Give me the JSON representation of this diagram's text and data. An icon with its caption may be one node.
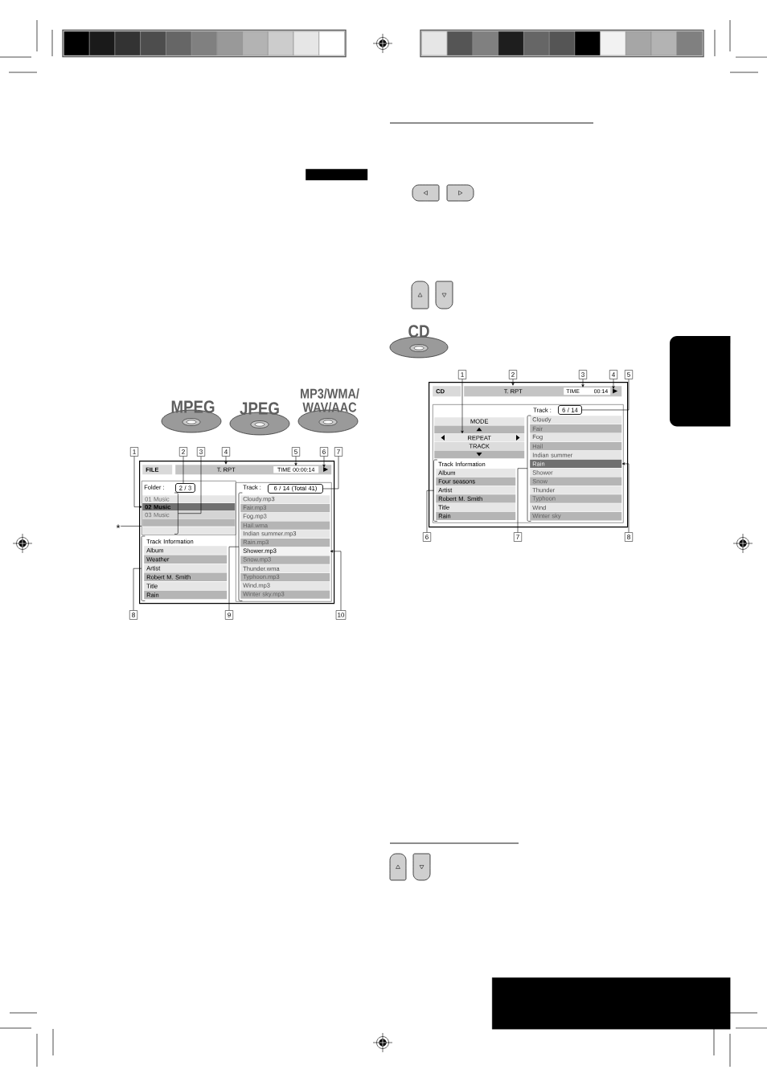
{
  "diagram": {
    "nodes": [
      {
        "text": [
          "1"
        ]
      },
      {
        "text": [
          "2"
        ]
      },
      {
        "text": [
          "3"
        ]
      },
      {
        "text": [
          "4"
        ]
      },
      {
        "text": [
          "5"
        ]
      },
      {
        "text": [
          "6"
        ]
      },
      {
        "text": [
          "7"
        ]
      },
      {
        "text": [],
        "shape": "box"
      },
      {
        "text": [
          "FILE"
        ],
        "in": 7
      },
      {
        "text": [
          "T. RPT"
        ],
        "in": 7
      },
      {
        "text": [
          "TIME 00:00:14"
        ],
        "in": 9
      },
      {
        "text": [],
        "shape": "triangle",
        "in": 9
      },
      {
        "text": [
          "Folder :"
        ],
        "in": 7
      },
      {
        "text": [
          "2 / 3"
        ],
        "in": 12
      },
      {
        "text": [
          "01 Music"
        ],
        "in": 12
      },
      {
        "text": [
          "02 Music"
        ],
        "in": 12
      },
      {
        "text": [
          "03 Music"
        ],
        "in": 12
      },
      {
        "text": [],
        "shape": "bar",
        "in": 12
      },
      {
        "text": [],
        "shape": "bar",
        "in": 12
      },
      {
        "text": [
          "Track Information"
        ],
        "in": 7
      },
      {
        "text": [
          "Album"
        ],
        "in": 7
      },
      {
        "text": [
          "Weather"
        ],
        "in": 7
      },
      {
        "text": [
          "Artist"
        ],
        "in": 7
      },
      {
        "text": [
          "Robert M. Smith"
        ],
        "in": 7
      },
      {
        "text": [
          "Title"
        ],
        "in": 7
      },
      {
        "text": [
          "Rain"
        ],
        "in": 7
      },
      {
        "text": [
          "Track :"
        ],
        "in": 7
      },
      {
        "text": [
          "6 / 14 (Total 41)"
        ],
        "in": 26
      },
      {
        "text": [
          "Cloudy.mp3"
        ],
        "in": 26
      },
      {
        "text": [
          "Fair.mp3"
        ],
        "in": 26
      },
      {
        "text": [
          "Fog.mp3"
        ],
        "in": 26
      },
      {
        "text": [
          "Hail.wma"
        ],
        "in": 26
      },
      {
        "text": [
          "Indian summer.mp3"
        ],
        "in": 26
      },
      {
        "text": [
          "Rain.mp3"
        ],
        "in": 26
      },
      {
        "text": [
          "Shower.mp3"
        ],
        "in": 26
      },
      {
        "text": [
          "Snow.mp3"
        ],
        "in": 26
      },
      {
        "text": [
          "Thunder.wma"
        ],
        "in": 26
      },
      {
        "text": [
          "Typhoon.mp3"
        ],
        "in": 26
      },
      {
        "text": [
          "Wind.mp3"
        ],
        "in": 26
      },
      {
        "text": [
          "Winter sky.mp3"
        ],
        "in": 26
      },
      {
        "text": [
          "*"
        ]
      },
      {
        "text": [
          "8"
        ]
      },
      {
        "text": [
          "9"
        ]
      },
      {
        "text": [
          "10"
        ]
      },
      {
        "text": [
          "1"
        ]
      },
      {
        "text": [
          "2"
        ]
      },
      {
        "text": [
          "3"
        ]
      },
      {
        "text": [
          "4"
        ]
      },
      {
        "text": [
          "5"
        ]
      },
      {
        "text": [],
        "shape": "box"
      },
      {
        "text": [
          "CD"
        ],
        "in": 49
      },
      {
        "text": [
          "T. RPT"
        ],
        "in": 49
      },
      {
        "text": [
          "TIME",
          "00:14"
        ],
        "in": 51
      },
      {
        "text": [],
        "shape": "triangle",
        "in": 51
      },
      {
        "text": [
          "Track :"
        ],
        "in": 49
      },
      {
        "text": [
          "6 / 14"
        ],
        "in": 54
      },
      {
        "text": [
          "MODE"
        ],
        "in": 54
      },
      {
        "text": [],
        "shape": "bar",
        "in": 54
      },
      {
        "text": [
          "REPEAT"
        ],
        "in": 54
      },
      {
        "text": [
          "TRACK"
        ],
        "in": 54
      },
      {
        "text": [],
        "shape": "bar",
        "in": 54
      },
      {
        "text": [
          "Track Information"
        ],
        "in": 54
      },
      {
        "text": [
          "Album"
        ],
        "in": 54
      },
      {
        "text": [
          "Four seasons"
        ],
        "in": 54
      },
      {
        "text": [
          "Artist"
        ],
        "in": 54
      },
      {
        "text": [
          "Robert M. Smith"
        ],
        "in": 54
      },
      {
        "text": [
          "Title"
        ],
        "in": 54
      },
      {
        "text": [
          "Rain"
        ],
        "in": 54
      },
      {
        "text": [
          "Cloudy"
        ],
        "in": 54
      },
      {
        "text": [
          "Fair"
        ],
        "in": 54
      },
      {
        "text": [
          "Fog"
        ],
        "in": 54
      },
      {
        "text": [
          "Hail"
        ],
        "in": 54
      },
      {
        "text": [
          "Indian summer"
        ],
        "in": 54
      },
      {
        "text": [
          "Rain"
        ],
        "in": 54
      },
      {
        "text": [
          "Shower"
        ],
        "in": 54
      },
      {
        "text": [
          "Snow"
        ],
        "in": 54
      },
      {
        "text": [
          "Thunder"
        ],
        "in": 54
      },
      {
        "text": [
          "Typhoon"
        ],
        "in": 54
      },
      {
        "text": [
          "Wind"
        ],
        "in": 54
      },
      {
        "text": [
          "Winter sky"
        ],
        "in": 54
      },
      {
        "text": [
          "6"
        ]
      },
      {
        "text": [
          "7"
        ]
      },
      {
        "text": [
          "8"
        ]
      },
      {
        "text": [],
        "shape": "bar"
      },
      {
        "text": [],
        "shape": "tab"
      },
      {
        "text": [],
        "shape": "box"
      },
      {
        "text": [],
        "shape": "bracket",
        "in": 12
      },
      {
        "text": [],
        "shape": "bracket",
        "in": 7
      },
      {
        "text": [],
        "shape": "bracket",
        "in": 26
      },
      {
        "text": [],
        "shape": "bracket",
        "in": 54
      },
      {
        "text": [],
        "shape": "bracket",
        "in": 54
      }
    ],
    "edges": [
      {
        "from": 0,
        "to": 15,
        "arrow": "to"
      },
      {
        "from": 1,
        "to": 13,
        "arrow": "none"
      },
      {
        "from": 2,
        "to": 86,
        "arrow": "none"
      },
      {
        "from": 3,
        "to": 9,
        "arrow": "to"
      },
      {
        "from": 4,
        "to": 10,
        "arrow": "to"
      },
      {
        "from": 5,
        "to": 11,
        "arrow": "to"
      },
      {
        "from": 6,
        "to": 27,
        "arrow": "none"
      },
      {
        "from": 40,
        "to": 12,
        "arrow": "none"
      },
      {
        "from": 41,
        "to": 87,
        "arrow": "none"
      },
      {
        "from": 42,
        "to": 88,
        "arrow": "none"
      },
      {
        "from": 43,
        "to": 34,
        "arrow": "to"
      },
      {
        "from": 44,
        "to": 58,
        "arrow": "to"
      },
      {
        "from": 45,
        "to": 51,
        "arrow": "to"
      },
      {
        "from": 46,
        "to": 52,
        "arrow": "to"
      },
      {
        "from": 47,
        "to": 53,
        "arrow": "to"
      },
      {
        "from": 48,
        "to": 55,
        "arrow": "none"
      },
      {
        "from": 80,
        "to": 89,
        "arrow": "none"
      },
      {
        "from": 81,
        "to": 90,
        "arrow": "none"
      },
      {
        "from": 82,
        "to": 73,
        "arrow": "to"
      }
    ],
    "labels": [
      "CD",
      "MPEG",
      "JPEG",
      "MP3/WMA/ WAV/AAC"
    ]
  }
}
